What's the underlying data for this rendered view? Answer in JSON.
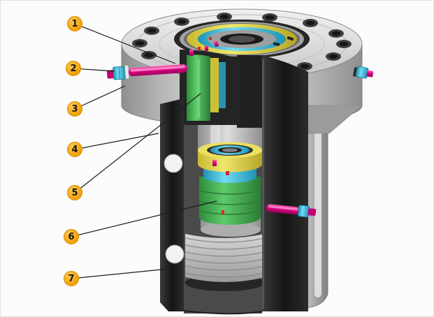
{
  "figure": {
    "callouts": [
      {
        "label": "1"
      },
      {
        "label": "2"
      },
      {
        "label": "3"
      },
      {
        "label": "4"
      },
      {
        "label": "5"
      },
      {
        "label": "6"
      },
      {
        "label": "7"
      }
    ],
    "colors": {
      "callout_bg": "#F2A007",
      "callout_text": "#161616",
      "leader_line": "#1c1c1c",
      "seal_green": "#45B254",
      "seal_yellow": "#E6DA4C",
      "seal_cyan": "#45BEDD",
      "screw_magenta": "#D5017E",
      "metal_light": "#D9D9D9",
      "metal_dark": "#1E1E1E",
      "background": "#FCFCFC"
    }
  }
}
